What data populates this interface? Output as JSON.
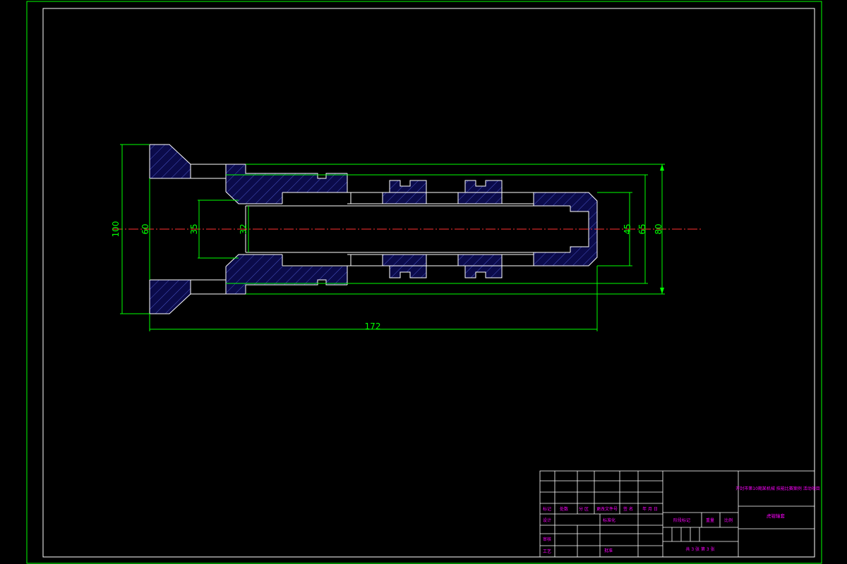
{
  "colors": {
    "background": "#000000",
    "outline": "#ffffff",
    "frame": "#00ff00",
    "dimension": "#00ff00",
    "hatch_fill": "#0b0b4a",
    "hatch_line": "#4a55c8",
    "centerline": "#ff3030",
    "title_text": "#ff00ff"
  },
  "dimensions": {
    "d100": "100",
    "d60": "60",
    "d35": "35",
    "d32": "32",
    "d45": "45",
    "d65": "65",
    "d80": "80",
    "d172": "172"
  },
  "title_block": {
    "project_title": "开封市第10期某机械 技能比赛案例 活动项目",
    "drawing_name": "虎钳轴套",
    "row_mark": "标记",
    "row_count": "处数",
    "row_zone": "分 区",
    "row_change_no": "更改文件号",
    "row_sign": "签 名",
    "row_date": "年 月 日",
    "design": "设计",
    "standardize": "标准化",
    "review": "审核",
    "process": "工艺",
    "approve": "批准",
    "stage_mark": "阶段标记",
    "weight": "重量",
    "scale": "比例",
    "sheets": "共 3 张  第 3 张"
  }
}
